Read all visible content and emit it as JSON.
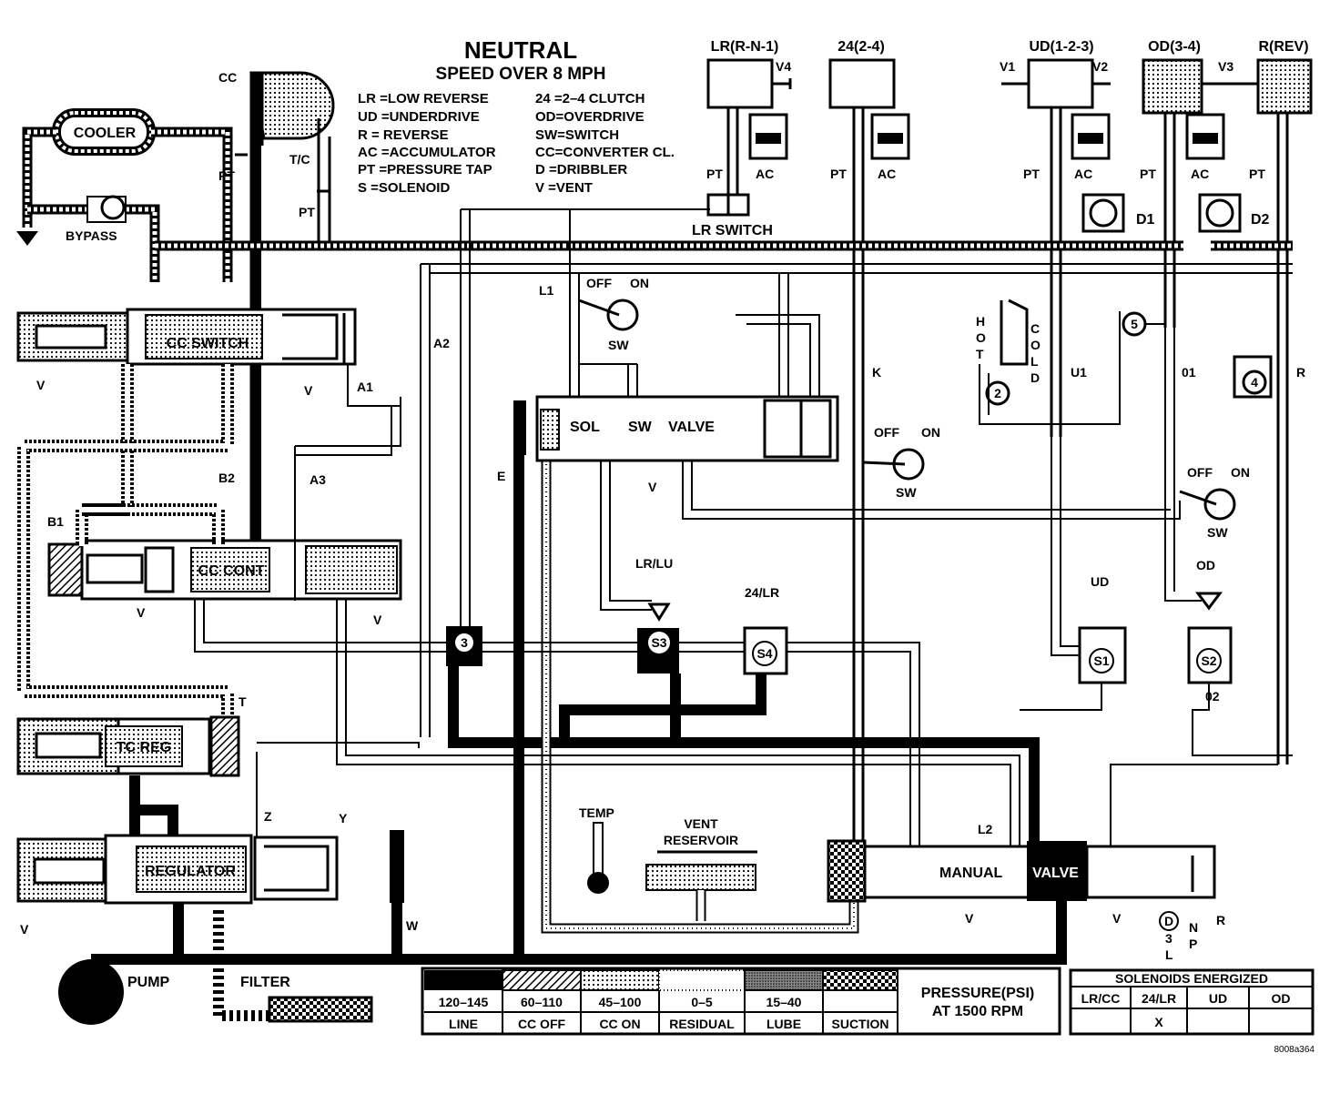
{
  "title": "NEUTRAL",
  "subtitle": "SPEED OVER 8 MPH",
  "abbreviations_left": [
    "LR =LOW REVERSE",
    "UD =UNDERDRIVE",
    "R   = REVERSE",
    "AC =ACCUMULATOR",
    "PT =PRESSURE TAP",
    "S   =SOLENOID"
  ],
  "abbreviations_right": [
    "24  =2–4 CLUTCH",
    "OD=OVERDRIVE",
    "SW=SWITCH",
    "CC=CONVERTER CL.",
    "D   =DRIBBLER",
    "V   =VENT"
  ],
  "clutches": {
    "lr": "LR(R-N-1)",
    "c24": "24(2-4)",
    "ud": "UD(1-2-3)",
    "od": "OD(3-4)",
    "rev": "R(REV)"
  },
  "vents": {
    "v1": "V1",
    "v2": "V2",
    "v3": "V3",
    "v4": "V4"
  },
  "components": {
    "cooler": "COOLER",
    "bypass": "BYPASS",
    "cc": "CC",
    "tc": "T/C",
    "pt": "PT",
    "ac": "AC",
    "lr_switch": "LR SWITCH",
    "cc_switch": "CC SWITCH",
    "cc_cont": "CC CONT",
    "tc_reg": "TC REG",
    "regulator": "REGULATOR",
    "pump": "PUMP",
    "filter": "FILTER",
    "sol": "SOL",
    "sw": "SW",
    "valve": "VALVE",
    "manual": "MANUAL",
    "manual_valve": "VALVE",
    "temp": "TEMP",
    "vent_reservoir_1": "VENT",
    "vent_reservoir_2": "RESERVOIR",
    "hot": [
      "H",
      "O",
      "T"
    ],
    "cold": [
      "C",
      "O",
      "L",
      "D"
    ],
    "off": "OFF",
    "on": "ON",
    "d1": "D1",
    "d2": "D2",
    "s1": "S1",
    "s2": "S2",
    "s3": "S3",
    "s4": "S4",
    "lrlu": "LR/LU",
    "lrr": "24/LR",
    "ud_sol": "UD",
    "od_sol": "OD",
    "sub_r": "R"
  },
  "passages": {
    "l1": "L1",
    "l2": "L2",
    "a1": "A1",
    "a2": "A2",
    "a3": "A3",
    "b1": "B1",
    "b2": "B2",
    "e": "E",
    "k": "K",
    "u1": "U1",
    "o1": "01",
    "o2": "02",
    "r": "R",
    "t": "T",
    "w": "W",
    "y": "Y",
    "z": "Z",
    "v": "V"
  },
  "circles": {
    "c2": "2",
    "c3": "3",
    "c4": "4",
    "c5": "5"
  },
  "shift_positions": {
    "d": "D",
    "three": "3",
    "l": "L",
    "n": "N",
    "p": "P",
    "r": "R"
  },
  "legend": {
    "items": [
      {
        "range": "120–145",
        "name": "LINE"
      },
      {
        "range": "60–110",
        "name": "CC OFF"
      },
      {
        "range": "45–100",
        "name": "CC ON"
      },
      {
        "range": "0–5",
        "name": "RESIDUAL"
      },
      {
        "range": "15–40",
        "name": "LUBE"
      },
      {
        "range": "",
        "name": "SUCTION"
      }
    ],
    "pressure_label_1": "PRESSURE(PSI)",
    "pressure_label_2": "AT 1500 RPM"
  },
  "solenoids_table": {
    "header": "SOLENOIDS ENERGIZED",
    "columns": [
      "LR/CC",
      "24/LR",
      "UD",
      "OD"
    ],
    "values": [
      "",
      "X",
      "",
      ""
    ]
  },
  "figure_id": "8008a364"
}
